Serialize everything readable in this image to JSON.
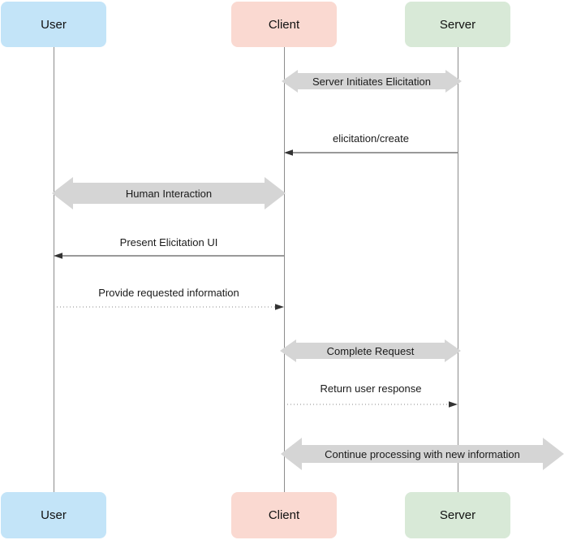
{
  "diagram_type": "sequence-diagram",
  "colors": {
    "background": "#ffffff",
    "actor_user_fill": "#c3e4f8",
    "actor_client_fill": "#fad9d1",
    "actor_server_fill": "#d8e9d7",
    "band_fill": "#d5d5d5",
    "solid_line": "#333333",
    "dotted_line": "#8a8a8a",
    "lifeline": "#8c8c8c",
    "text": "#1a1a1a"
  },
  "actors": [
    {
      "id": "user",
      "label": "User"
    },
    {
      "id": "client",
      "label": "Client"
    },
    {
      "id": "server",
      "label": "Server"
    }
  ],
  "messages": [
    {
      "type": "band",
      "from": "client",
      "to": "server",
      "label": "Server Initiates Elicitation"
    },
    {
      "type": "solid-arrow",
      "from": "server",
      "to": "client",
      "label": "elicitation/create"
    },
    {
      "type": "band",
      "from": "user",
      "to": "client",
      "label": "Human Interaction"
    },
    {
      "type": "solid-arrow",
      "from": "client",
      "to": "user",
      "label": "Present Elicitation UI"
    },
    {
      "type": "dotted-arrow",
      "from": "user",
      "to": "client",
      "label": "Provide requested information"
    },
    {
      "type": "band",
      "from": "client",
      "to": "server",
      "label": "Complete Request"
    },
    {
      "type": "dotted-arrow",
      "from": "client",
      "to": "server",
      "label": "Return user response"
    },
    {
      "type": "band",
      "from": "client",
      "to": "right-edge",
      "label": "Continue processing with new information"
    }
  ]
}
